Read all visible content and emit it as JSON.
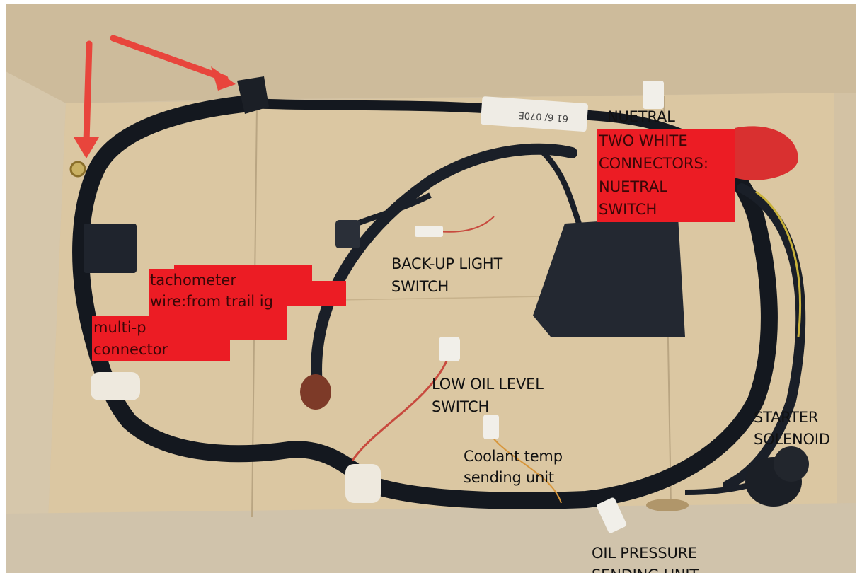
{
  "photo": {
    "subject": "wiring-harness",
    "colors": {
      "cardboard": "#d9c6a5",
      "cardboard_shadow": "#b9a582",
      "wire": "#14181f",
      "highlight_red": "#ec1c24",
      "arrow_red": "#e8453c",
      "connector_white": "#f1efe9"
    },
    "part_tag_text": "61 6/ 070E"
  },
  "annotations": {
    "neutral_switch": {
      "line1": "TWO WHITE",
      "line2": "CONNECTORS:",
      "line3": "NUETRAL",
      "line4": "SWITCH",
      "partial_hidden": "NUETRAL"
    },
    "tachometer": {
      "line1": "tachometer",
      "line2": "wire:from trail ig"
    },
    "multi_p": {
      "line1": "multi-p",
      "line2": "connector"
    },
    "backup_light": {
      "line1": "BACK-UP LIGHT",
      "line2": "SWITCH"
    },
    "low_oil": {
      "line1": "LOW OIL LEVEL",
      "line2": "SWITCH"
    },
    "coolant": {
      "line1": "Coolant temp",
      "line2": "sending unit"
    },
    "starter": {
      "line1": "STARTER",
      "line2": "SOLENOID"
    },
    "oil_pressure": {
      "line1": "OIL PRESSURE",
      "line2": "SENDING UNIT"
    }
  }
}
